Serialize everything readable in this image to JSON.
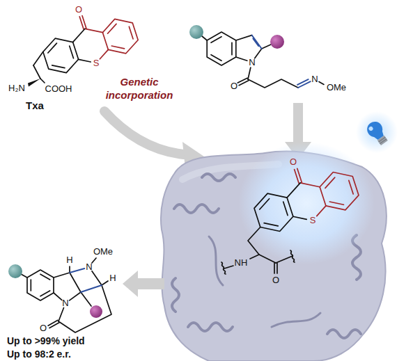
{
  "diagram": {
    "labels": [
      "O",
      "S",
      "H₂N",
      "COOH",
      "Txa",
      "Genetic incorporation",
      "N",
      "O",
      "N",
      "OMe",
      "O",
      "S",
      "NH",
      "O",
      "H",
      "N",
      "OMe",
      "H",
      "N",
      "O",
      "Up to >99% yield",
      "Up to 98:2 e.r."
    ]
  }
}
